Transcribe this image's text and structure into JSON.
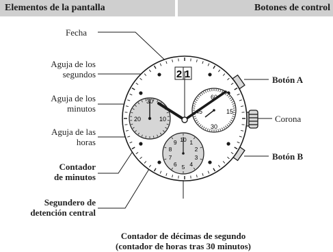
{
  "header": {
    "left": "Elementos de la pantalla",
    "right": "Botones de control"
  },
  "labels": {
    "fecha": "Fecha",
    "segundos_1": "Aguja de los",
    "segundos_2": "segundos",
    "minutos_1": "Aguja de los",
    "minutos_2": "minutos",
    "horas_1": "Aguja de las",
    "horas_2": "horas",
    "contador_min_1": "Contador",
    "contador_min_2": "de minutos",
    "segundero_1": "Segundero de",
    "segundero_2": "detención central",
    "decimas_1": "Contador de décimas de segundo",
    "decimas_2": "(contador de horas tras 30 minutos)",
    "boton_a": "Botón A",
    "corona": "Corona",
    "boton_b": "Botón B"
  },
  "date_window": [
    "2",
    "1"
  ],
  "left_subdial_numbers": [
    "30",
    "20",
    "10"
  ],
  "right_subdial_numbers": [
    "60",
    "45",
    "15",
    "30"
  ],
  "bottom_subdial_numbers": [
    "10",
    "1",
    "2",
    "3",
    "4",
    "5",
    "6",
    "7",
    "8",
    "9"
  ],
  "colors": {
    "header_bg": "#cfcfcf",
    "subdial_fill": "#d6d6d6",
    "ink": "#1a1a1a"
  }
}
